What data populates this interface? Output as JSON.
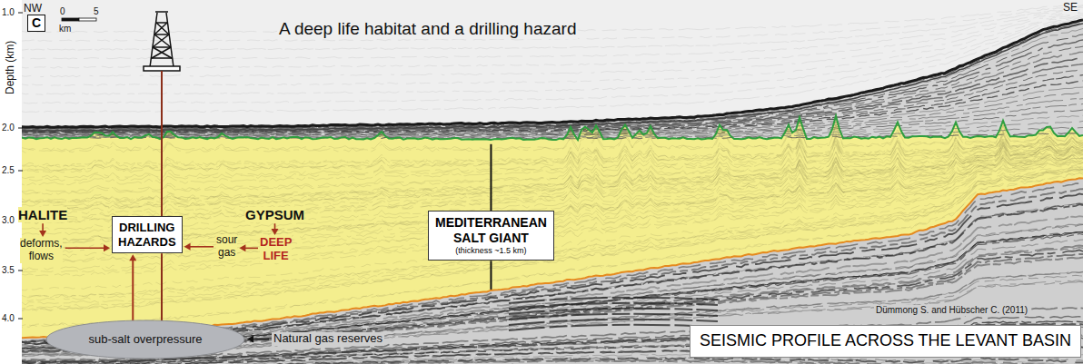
{
  "diagram": {
    "title": "A deep life habitat and a drilling hazard",
    "nodes": [
      {
        "text": [
          "C"
        ]
      },
      {
        "text": [
          "DRILLING HAZARDS"
        ]
      },
      {
        "text": [
          "MEDITERRANEAN SALT GIANT",
          "(thickness ~1.5 km)"
        ]
      },
      {
        "text": [
          "sub-salt overpressure"
        ]
      },
      {
        "text": [
          "SEISMIC PROFILE ACROSS THE LEVANT BASIN"
        ]
      }
    ],
    "edges": [
      {
        "from": 3,
        "to": 1,
        "arrow": "to"
      }
    ],
    "labels": [
      "NW",
      "SE",
      "0",
      "5",
      "km",
      "Depth (km)",
      "1.0",
      "2.0",
      "2.5",
      "3.0",
      "3.5",
      "4.0",
      "HALITE",
      "deforms, flows",
      "GYPSUM",
      "sour gas",
      "DEEP LIFE",
      "Natural gas reserves",
      "Dümmong S. and Hübscher C. (2011)"
    ]
  }
}
